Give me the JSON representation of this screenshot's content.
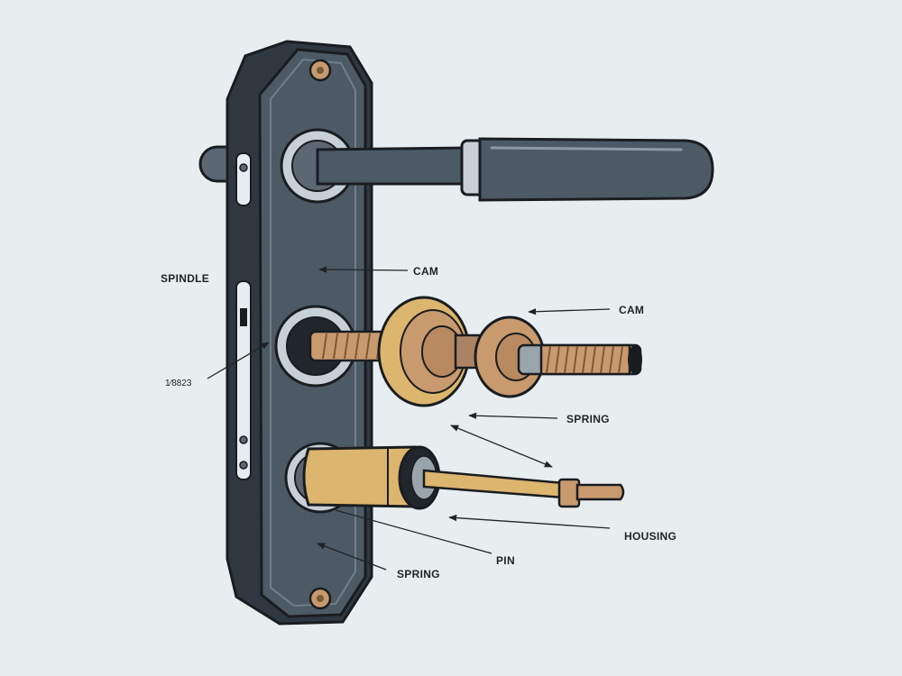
{
  "labels": {
    "spindle": "SPINDLE",
    "code": "1⁄8823",
    "cam_plate": "CAM",
    "cam_right": "CAM",
    "spring_mid": "SPRING",
    "housing": "HOUSING",
    "pin": "PIN",
    "spring_bottom": "SPRING"
  },
  "colors": {
    "background": "#e8edf0",
    "plate": "#4c5a66",
    "outline": "#1a1d20",
    "brass": "#dcb56e",
    "bronze": "#c89a6e",
    "steel": "#9aa4ab"
  }
}
